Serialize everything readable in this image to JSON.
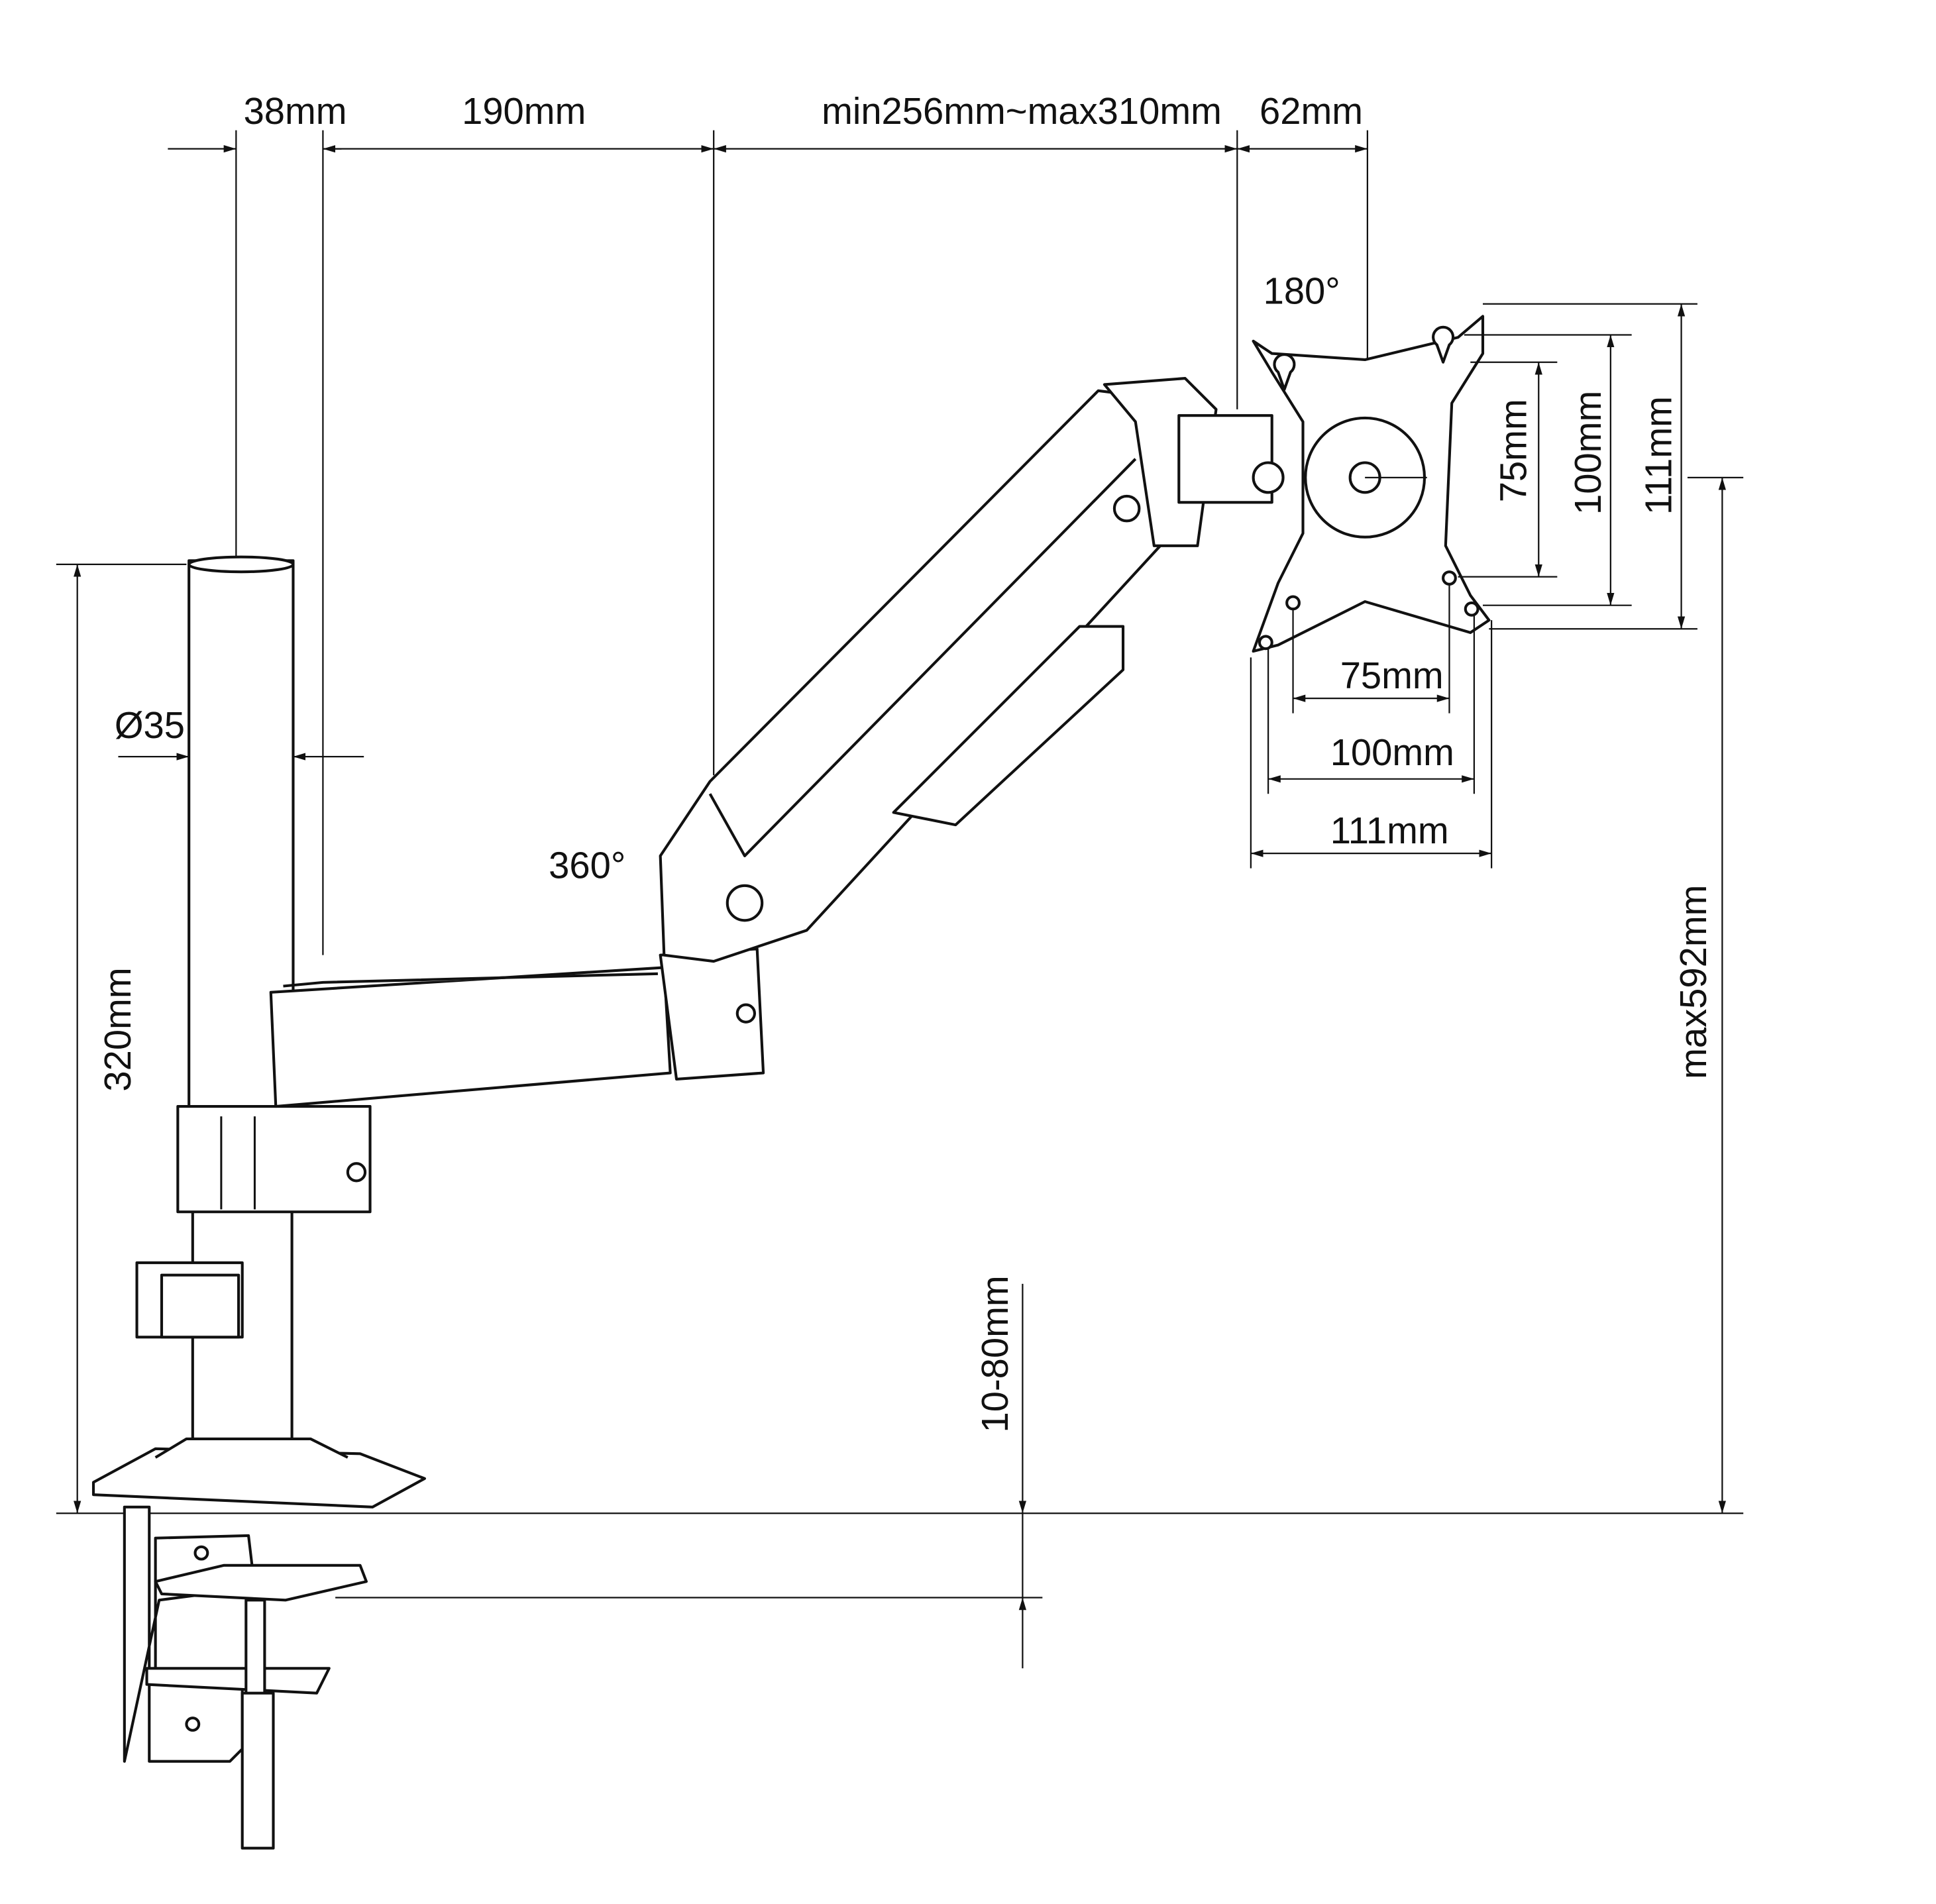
{
  "dimensions": {
    "pole_offset": "38mm",
    "lower_arm": "190mm",
    "upper_arm": "min256mm~max310mm",
    "tilt_offset": "62mm",
    "tilt_angle": "180°",
    "swivel_angle": "360°",
    "pole_diameter": "Ø35",
    "pole_height": "320mm",
    "max_height": "max592mm",
    "clamp_range": "10-80mm",
    "vesa_v_75": "75mm",
    "vesa_v_100": "100mm",
    "vesa_v_111": "111mm",
    "vesa_h_75": "75mm",
    "vesa_h_100": "100mm",
    "vesa_h_111": "111mm"
  }
}
